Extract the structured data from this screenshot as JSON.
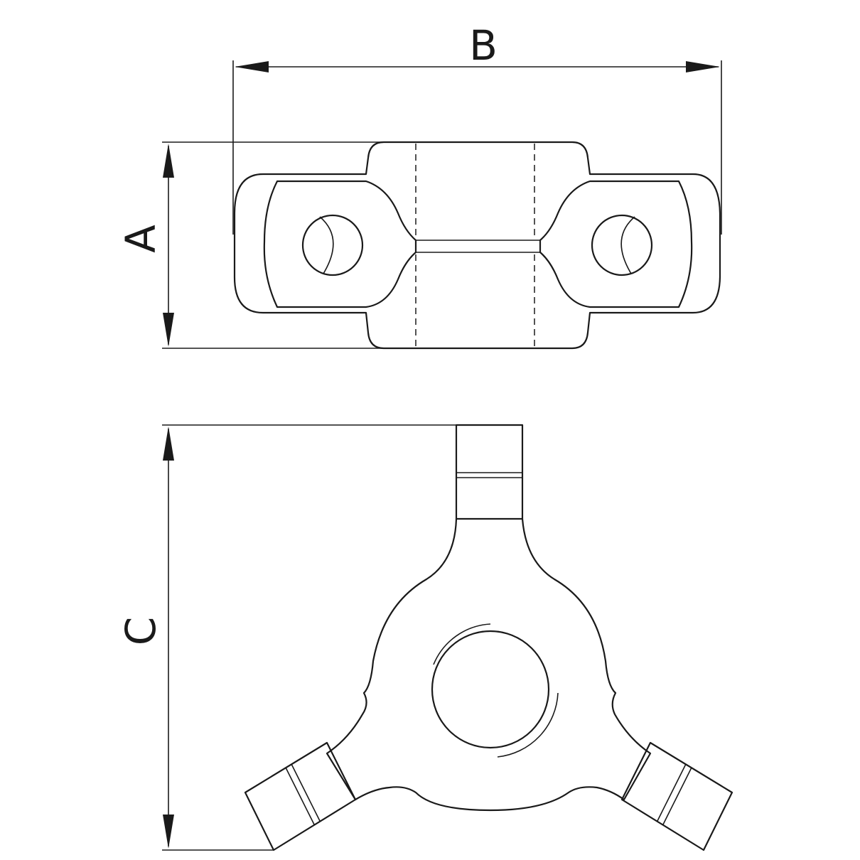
{
  "dimensions": {
    "a_label": "A",
    "b_label": "B",
    "c_label": "C"
  },
  "colors": {
    "stroke": "#1a1a1a",
    "background": "#ffffff"
  }
}
